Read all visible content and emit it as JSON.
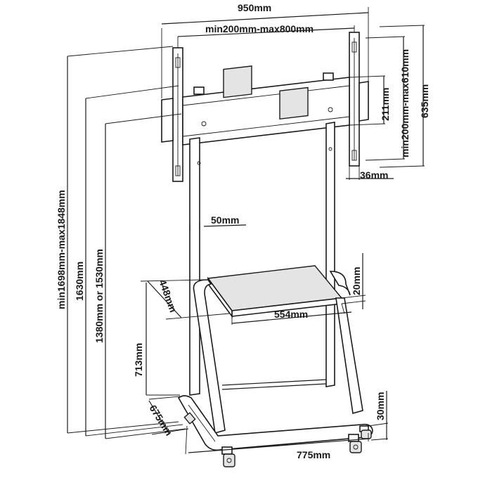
{
  "dimensions": {
    "overall_width": "950mm",
    "vesa_width": "min200mm-max800mm",
    "bracket_height": "211mm",
    "vesa_height": "min200mm-max610mm",
    "rail_height": "635mm",
    "depth_offset": "36mm",
    "height_range": "min1698mm-max1848mm",
    "height_top": "1630mm",
    "height_mount": "1380mm or 1530mm",
    "pole_width": "50mm",
    "shelf_depth": "448mm",
    "shelf_thickness": "20mm",
    "shelf_width": "554mm",
    "shelf_height": "713mm",
    "base_clearance": "30mm",
    "base_depth": "675mm",
    "base_width": "775mm"
  },
  "colors": {
    "line": "#1a1a1a",
    "fill": "#e4e4e4",
    "background": "#ffffff"
  }
}
